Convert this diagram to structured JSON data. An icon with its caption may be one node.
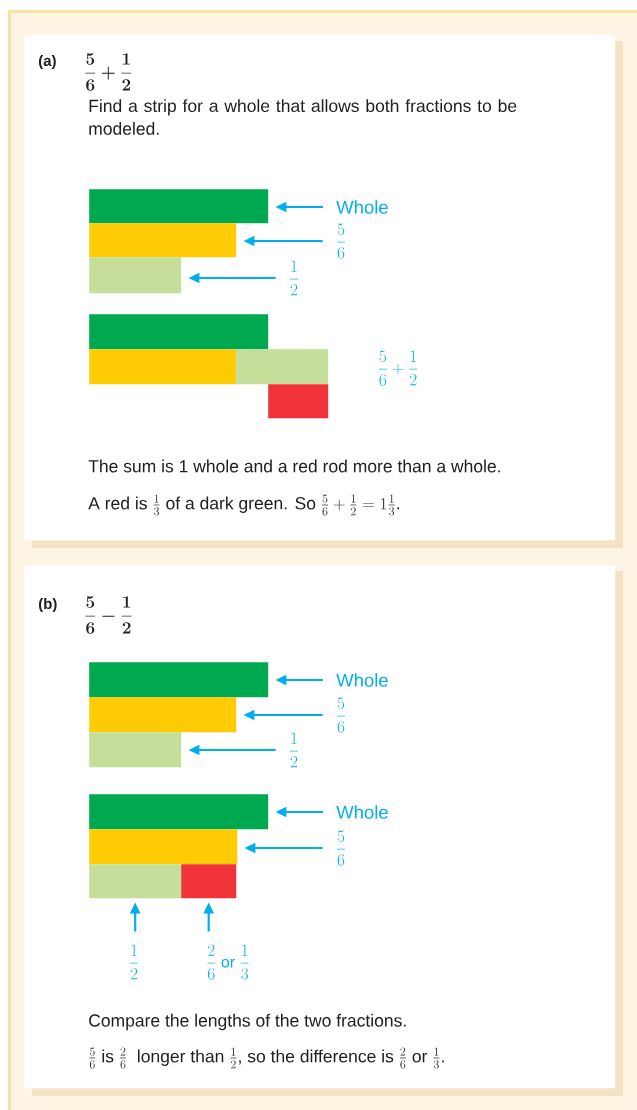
{
  "diagram": {
    "nodes": [
      {
        "text": [
          "(a)",
          "\\frac{5}{6} + \\frac{1}{2}",
          "Find a strip for a whole that allows both fractions to be modeled.",
          "The sum is 1 whole and a red rod more than a whole.",
          "\\text{A red is }\\tfrac{1}{3}\\text{ of a dark green. So }\\tfrac{5}{6} + \\tfrac{1}{2} = 1\\tfrac{1}{3}\\text{.}"
        ]
      },
      {
        "text": [],
        "shape": "bar",
        "in": 0
      },
      {
        "text": [],
        "shape": "bar",
        "in": 0
      },
      {
        "text": [],
        "shape": "bar",
        "in": 0
      },
      {
        "text": [
          "Whole"
        ],
        "in": 0
      },
      {
        "text": [
          "\\frac{5}{6}"
        ],
        "in": 0
      },
      {
        "text": [
          "\\frac{1}{2}"
        ],
        "in": 0
      },
      {
        "text": [],
        "shape": "bar",
        "in": 0
      },
      {
        "text": [],
        "shape": "bar",
        "in": 0
      },
      {
        "text": [],
        "shape": "bar",
        "in": 0
      },
      {
        "text": [],
        "shape": "bar",
        "in": 0
      },
      {
        "text": [
          "(b)",
          "\\frac{5}{6} - \\frac{1}{2}",
          "Compare the lengths of the two fractions.",
          "\\tfrac{5}{6}\\text{ is }\\tfrac{2}{6}\\text{ \\ longer than }\\tfrac{1}{2}\\text{, so the difference is }\\tfrac{2}{6}\\text{ or }\\tfrac{1}{3}\\text{.}"
        ]
      },
      {
        "text": [],
        "shape": "bar",
        "in": 11
      },
      {
        "text": [],
        "shape": "bar",
        "in": 11
      },
      {
        "text": [],
        "shape": "bar",
        "in": 11
      },
      {
        "text": [
          "Whole"
        ],
        "in": 11
      },
      {
        "text": [
          "\\frac{5}{6}"
        ],
        "in": 11
      },
      {
        "text": [
          "\\frac{1}{2}"
        ],
        "in": 11
      },
      {
        "text": [],
        "shape": "bar",
        "in": 11
      },
      {
        "text": [],
        "shape": "bar",
        "in": 11
      },
      {
        "text": [],
        "shape": "bar",
        "in": 11
      },
      {
        "text": [],
        "shape": "bar",
        "in": 11
      },
      {
        "text": [
          "Whole"
        ],
        "in": 11
      },
      {
        "text": [
          "\\frac{5}{6}"
        ],
        "in": 11
      },
      {
        "text": [
          "\\frac{1}{2}"
        ],
        "in": 11
      },
      {
        "text": [
          "\\frac{2}{6}\\text{ or }\\frac{1}{3}"
        ],
        "in": 11
      }
    ],
    "edges": [
      {
        "from": 4,
        "to": 1,
        "arrow": "to"
      },
      {
        "from": 5,
        "to": 2,
        "arrow": "to"
      },
      {
        "from": 6,
        "to": 3,
        "arrow": "to"
      },
      {
        "from": 15,
        "to": 12,
        "arrow": "to"
      },
      {
        "from": 16,
        "to": 13,
        "arrow": "to"
      },
      {
        "from": 17,
        "to": 14,
        "arrow": "to"
      },
      {
        "from": 22,
        "to": 18,
        "arrow": "to"
      },
      {
        "from": 23,
        "to": 19,
        "arrow": "to"
      },
      {
        "from": 24,
        "to": 20,
        "arrow": "to"
      },
      {
        "from": 25,
        "to": 21,
        "arrow": "to"
      }
    ],
    "labels": [
      "\\frac{5}{6} + \\frac{1}{2}"
    ]
  }
}
